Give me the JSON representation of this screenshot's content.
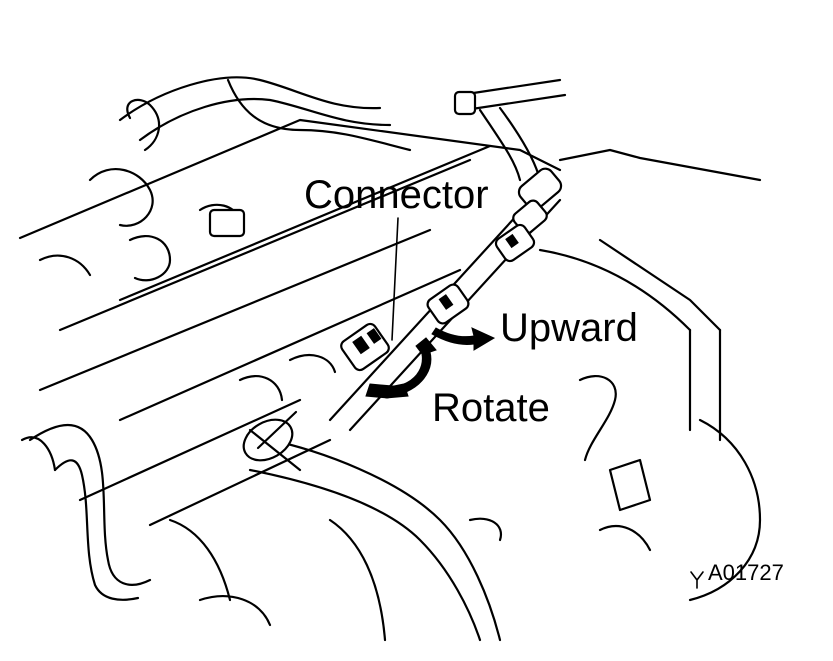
{
  "labels": {
    "connector": "Connector",
    "upward": "Upward",
    "rotate": "Rotate",
    "figure_code": "A01727"
  },
  "icons": {
    "corner_mark": "y-mark",
    "upward_arrow": "curved-arrow-right",
    "rotate_arrow": "double-curved-arrow"
  }
}
